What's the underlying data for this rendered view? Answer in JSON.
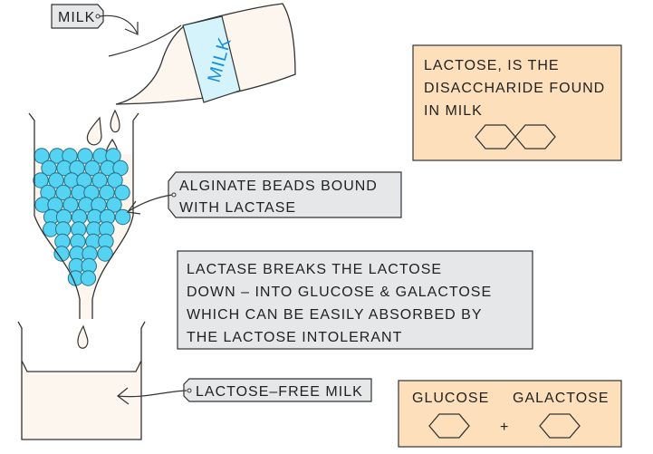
{
  "labels": {
    "milk_tag": "MILK",
    "bottle_label": "MILK",
    "beads_tag": [
      "ALGINATE BEADS BOUND",
      "WITH LACTASE"
    ],
    "explanation": [
      "LACTASE BREAKS THE LACTOSE",
      "DOWN – INTO GLUCOSE & GALACTOSE",
      "WHICH CAN BE EASILY ABSORBED BY",
      "THE LACTOSE INTOLERANT"
    ],
    "lactose_free_tag": "LACTOSE–FREE MILK",
    "lactose_box": [
      "LACTOSE, IS THE",
      "DISACCHARIDE FOUND",
      "IN MILK"
    ],
    "glucose": "GLUCOSE",
    "galactose": "GALACTOSE",
    "plus": "+"
  },
  "colors": {
    "milk": "#fdf6ee",
    "bead": "#55d3f3",
    "label_band": "#d4f3fb",
    "bottle_text": "#1a8fd8",
    "tag_fill": "#e6e7e9",
    "orange_box": "#fde0bb",
    "outline": "#333333"
  }
}
